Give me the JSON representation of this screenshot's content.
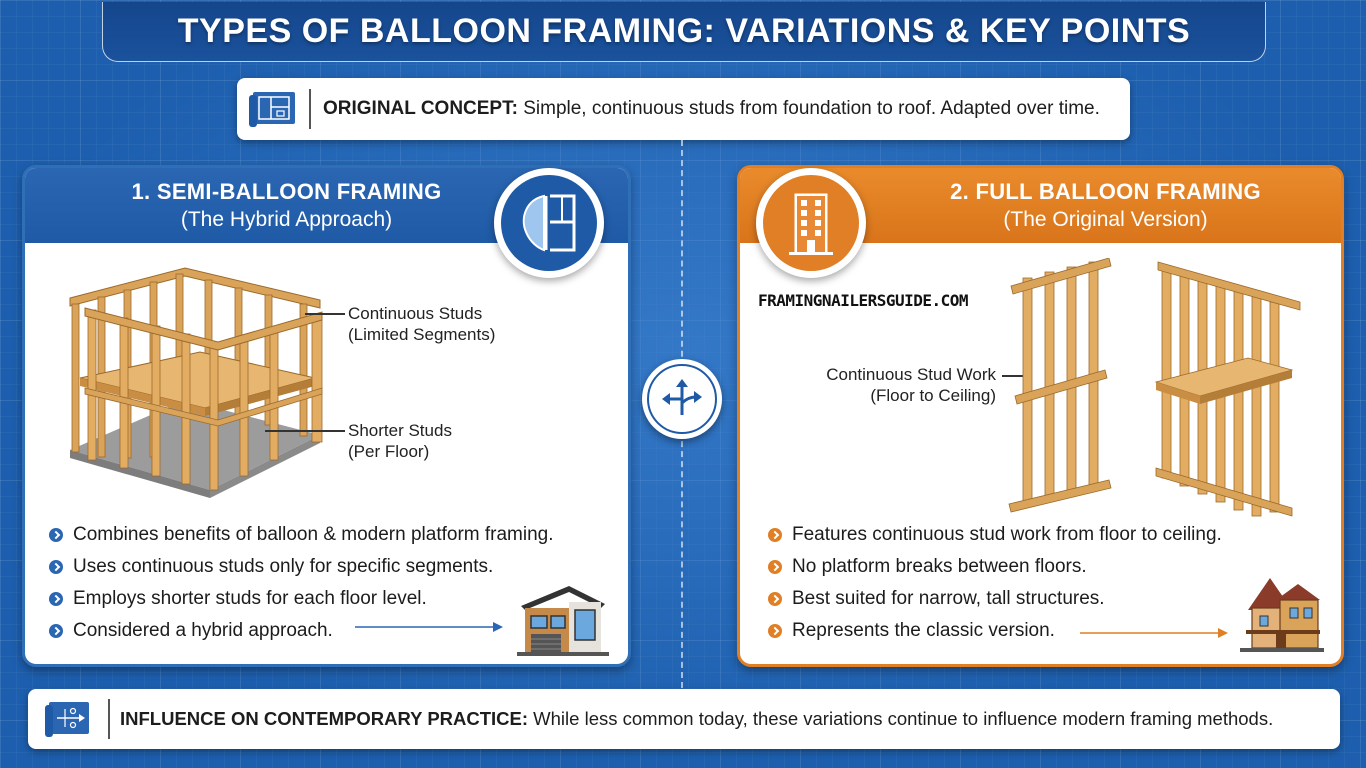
{
  "title": "TYPES OF BALLOON FRAMING: VARIATIONS & KEY POINTS",
  "concept": {
    "label": "ORIGINAL CONCEPT:",
    "text": " Simple, continuous studs from foundation to roof. Adapted over time.",
    "icon": "blueprint-icon"
  },
  "left_panel": {
    "heading": "1. SEMI-BALLOON FRAMING",
    "subheading": "(The Hybrid Approach)",
    "badge_icon": "semi-balloon-icon",
    "callout_top_1": "Continuous Studs",
    "callout_top_2": "(Limited Segments)",
    "callout_bottom_1": "Shorter Studs",
    "callout_bottom_2": "(Per Floor)",
    "bullets": [
      "Combines benefits of balloon & modern platform framing.",
      "Uses continuous studs only for specific segments.",
      "Employs shorter studs for each floor level.",
      "Considered a hybrid approach."
    ],
    "accent": "#2a66b2"
  },
  "right_panel": {
    "heading": "2. FULL BALLOON FRAMING",
    "subheading": "(The Original Version)",
    "badge_icon": "tall-building-icon",
    "watermark": "FRAMINGNAILERSGUIDE.COM",
    "callout_1": "Continuous Stud Work",
    "callout_2": "(Floor to Ceiling)",
    "bullets": [
      "Features continuous stud work from floor to ceiling.",
      "No platform breaks between floors.",
      "Best suited for narrow, tall structures.",
      "Represents the classic version."
    ],
    "accent": "#e07f25"
  },
  "center_icon": "split-arrows-icon",
  "footer": {
    "label": "INFLUENCE ON CONTEMPORARY PRACTICE:",
    "text": " While less common today, these variations continue to influence modern framing methods.",
    "icon": "blueprint-flow-icon"
  }
}
